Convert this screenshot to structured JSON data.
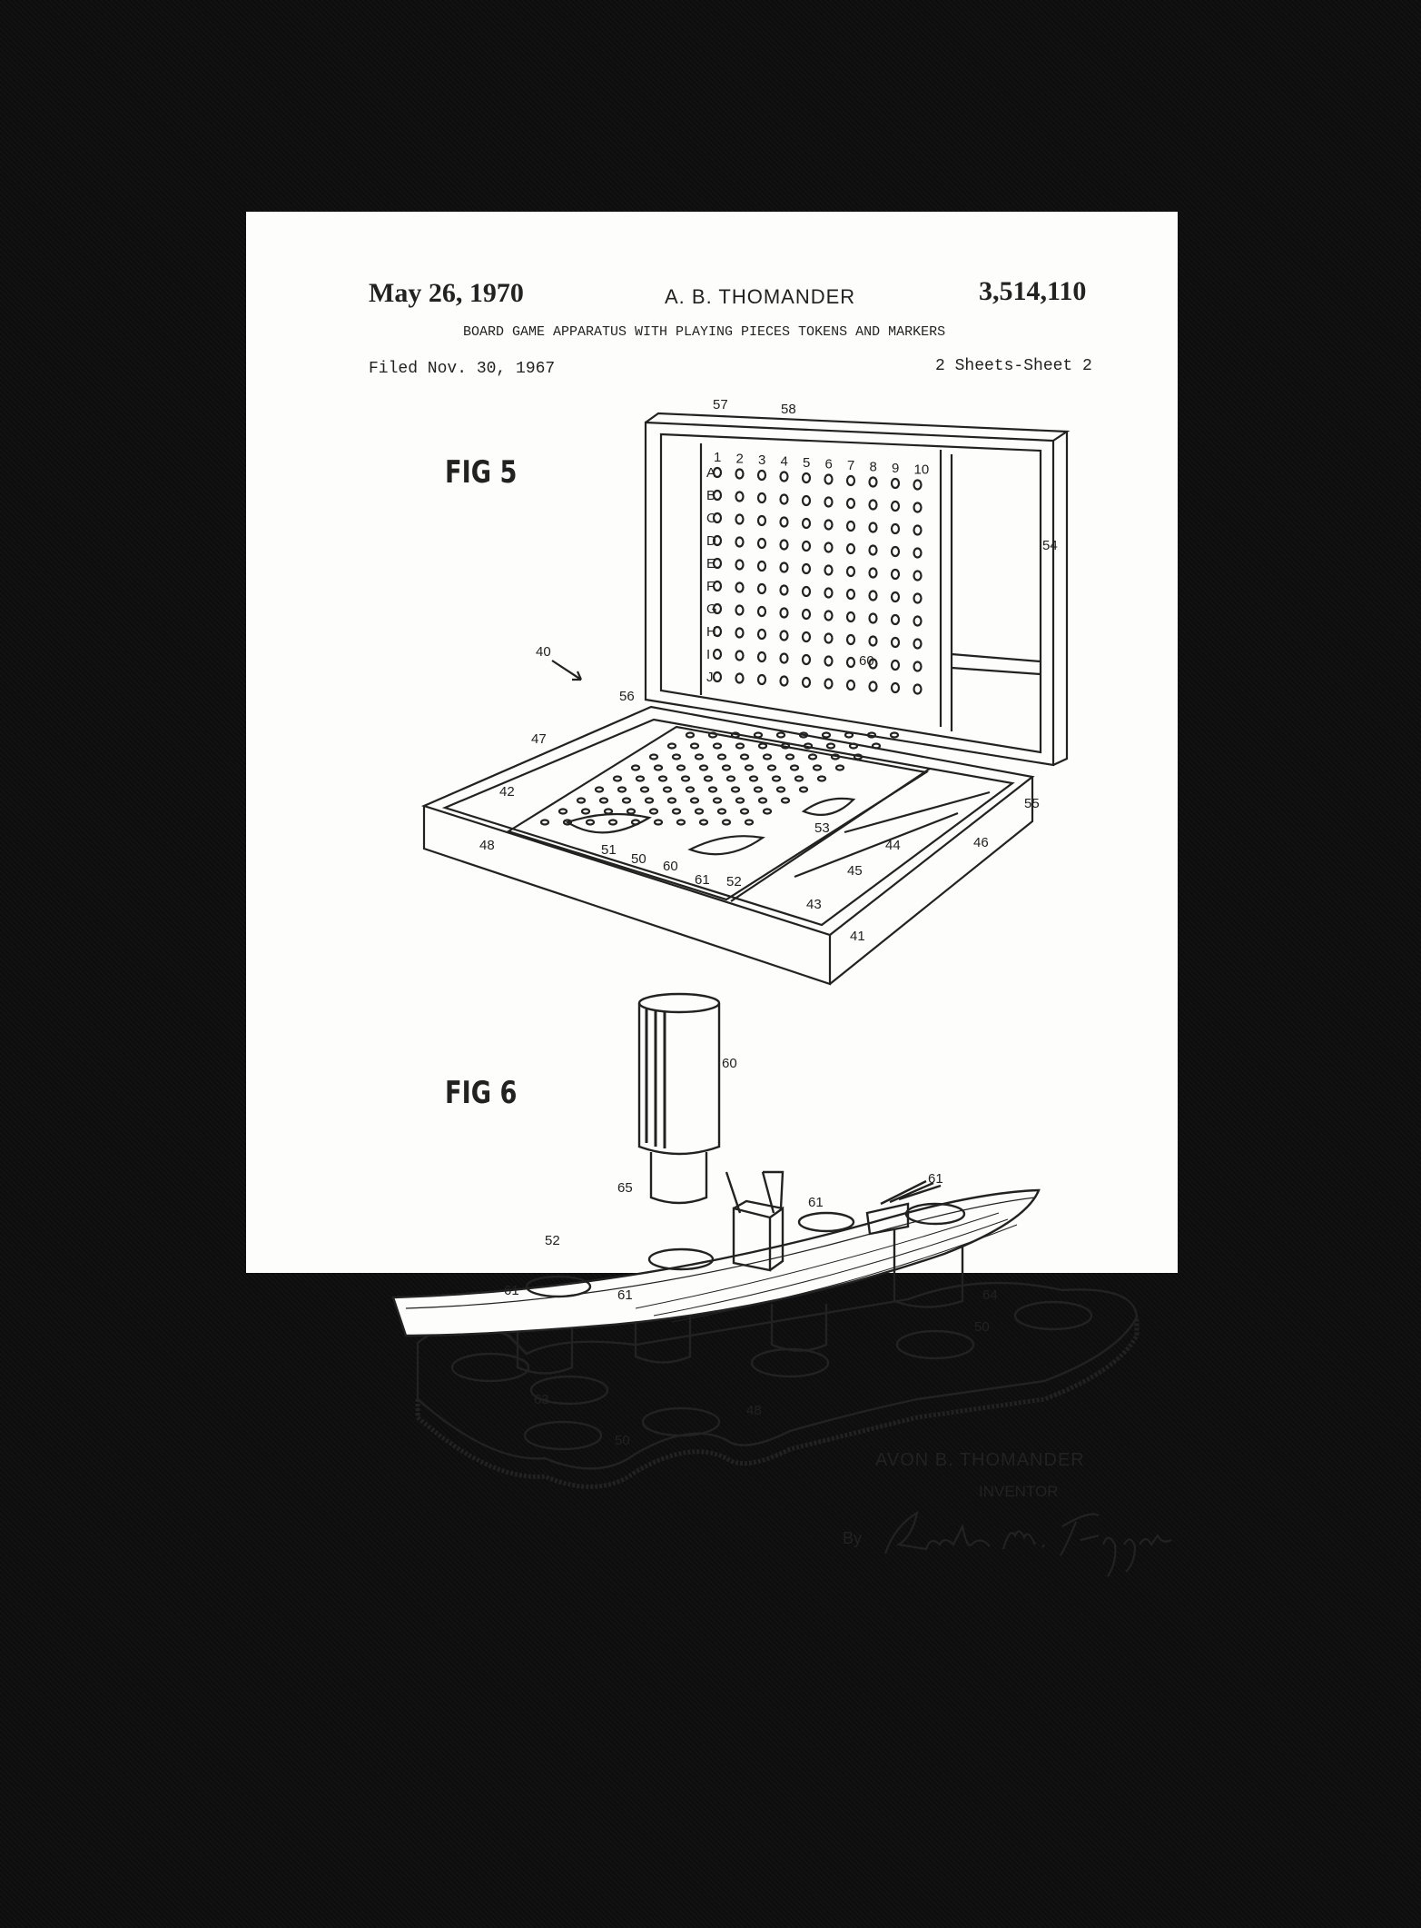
{
  "header": {
    "date": "May 26, 1970",
    "inventor_short": "A. B. THOMANDER",
    "patent_number": "3,514,110",
    "title": "BOARD GAME APPARATUS WITH PLAYING PIECES TOKENS AND MARKERS",
    "filed": "Filed Nov. 30, 1967",
    "sheet": "2 Sheets-Sheet 2"
  },
  "figures": {
    "fig5_label": "FIG 5",
    "fig6_label": "FIG 6",
    "fig5_refs": [
      "57",
      "58",
      "54",
      "40",
      "60",
      "56",
      "47",
      "42",
      "48",
      "51",
      "50",
      "60",
      "61",
      "52",
      "53",
      "44",
      "45",
      "43",
      "46",
      "55",
      "41"
    ],
    "fig5_row_letters": [
      "A",
      "B",
      "C",
      "D",
      "E",
      "F",
      "G",
      "H",
      "I",
      "J"
    ],
    "fig5_col_numbers": [
      "1",
      "2",
      "3",
      "4",
      "5",
      "6",
      "7",
      "8",
      "9",
      "10"
    ],
    "fig6_refs": [
      "60",
      "65",
      "61",
      "52",
      "61",
      "61",
      "61",
      "64",
      "50",
      "63",
      "48",
      "50"
    ]
  },
  "footer": {
    "inventor_name": "AVON B. THOMANDER",
    "inventor_label": "INVENTOR",
    "by_label": "By",
    "signature": "Ralph M. Hygare"
  },
  "colors": {
    "mat": "#0d0d0e",
    "paper": "#fdfdfb",
    "ink": "#222222"
  }
}
